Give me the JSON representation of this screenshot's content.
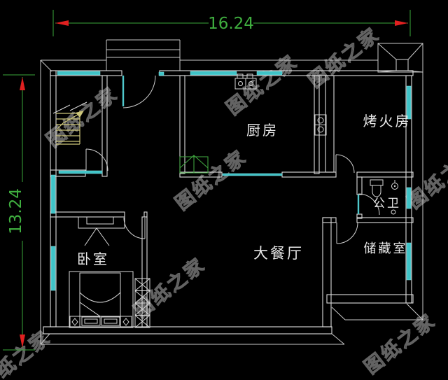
{
  "drawing": {
    "type": "residential floor plan",
    "dimensions": {
      "width": "16.24",
      "height": "13.24"
    },
    "rooms": {
      "kitchen": {
        "label": "厨房"
      },
      "fire_room": {
        "label": "烤火房"
      },
      "bathroom": {
        "label": "公卫"
      },
      "dining": {
        "label": "大餐厅"
      },
      "bedroom": {
        "label": "卧室"
      },
      "storage": {
        "label": "储藏室"
      }
    },
    "fixtures": [
      "stairs-icon",
      "stair-direction-arrow-icon",
      "kitchen-sink-icon",
      "stove-icon",
      "kitchen-counter-icon",
      "toilet-icon",
      "shower-head-icon",
      "floor-drain-icon",
      "dresser-icon",
      "bed-icon",
      "nightstand-icon",
      "wardrobe-icon",
      "chimney-icon",
      "entry-canopy",
      "door-swing-icon",
      "window-sill"
    ],
    "colors": {
      "background": "#000000",
      "wall": "#dcdcdc",
      "window": "#3fc3c7",
      "dimension": "#3aa83a",
      "dimension_arrow": "#e02020",
      "stairs": "#cdc67a",
      "counter": "#3da03d",
      "label": "#e8e8e8",
      "watermark": "#636363"
    }
  },
  "watermark": {
    "text": "图纸之家"
  }
}
